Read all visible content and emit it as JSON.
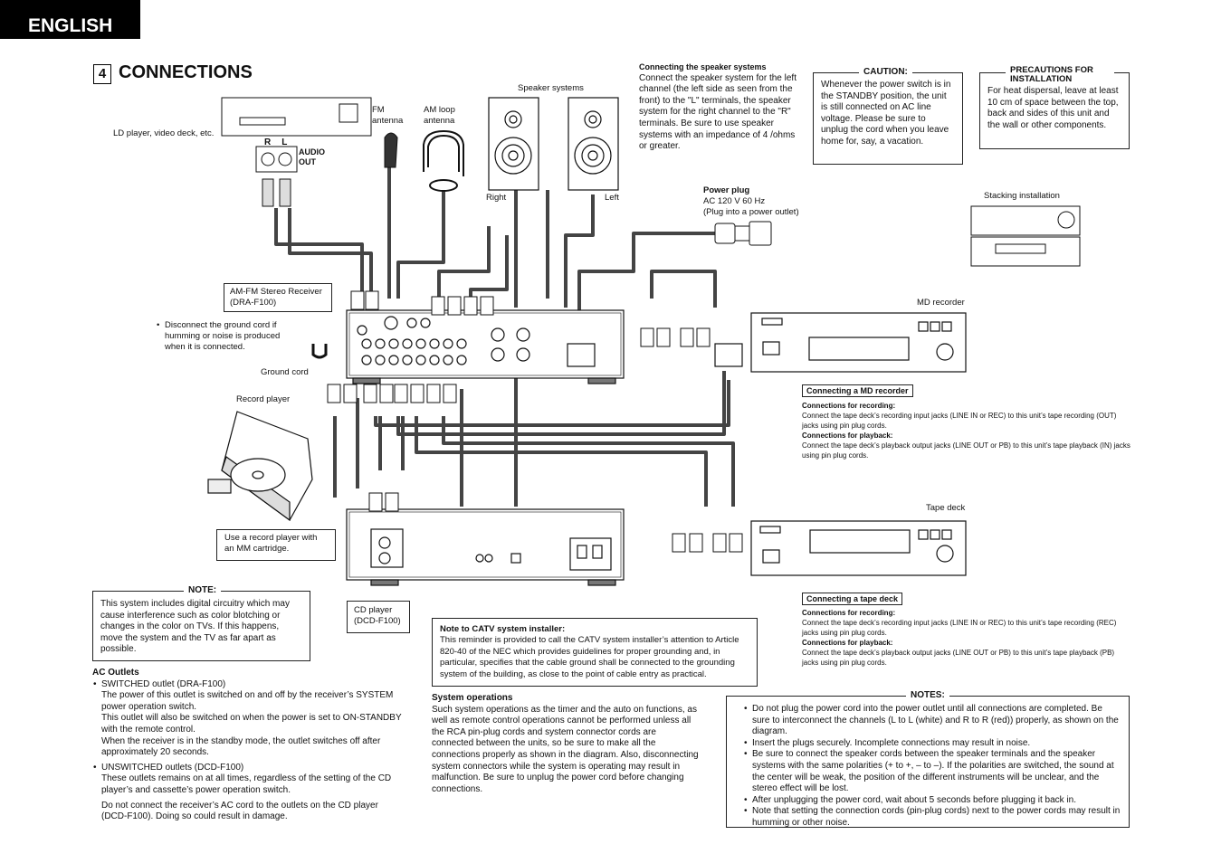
{
  "header": {
    "language": "ENGLISH"
  },
  "section": {
    "number": "4",
    "title": "CONNECTIONS"
  },
  "diagram": {
    "ld_label": "LD player, video deck, etc.",
    "audio_out": "AUDIO OUT",
    "rl": [
      "R",
      "L"
    ],
    "fm_antenna": "FM antenna",
    "am_antenna": "AM loop antenna",
    "speaker_systems": "Speaker systems",
    "right": "Right",
    "left": "Left",
    "receiver_label": "AM-FM Stereo Receiver",
    "receiver_model": "(DRA-F100)",
    "ground_note": "Disconnect the ground cord if humming or noise is produced when it is connected.",
    "ground_cord": "Ground cord",
    "record_player": "Record player",
    "record_note": "Use a record player with an MM cartridge.",
    "cd_label": "CD player",
    "cd_model": "(DCD-F100)",
    "md_recorder": "MD recorder",
    "tape_deck": "Tape deck",
    "stacking": "Stacking installation",
    "power_plug_title": "Power plug",
    "power_plug_line1": "AC 120 V 60 Hz",
    "power_plug_line2": "(Plug into a power outlet)"
  },
  "speaker_conn": {
    "title": "Connecting the speaker systems",
    "body": "Connect the speaker system for the left channel (the left side as seen from the front) to the \"L\" terminals, the speaker system for the right channel to the \"R\" terminals. Be sure to use speaker systems with an impedance of 4    /ohms or greater."
  },
  "caution": {
    "title": "CAUTION:",
    "body": "Whenever the power switch is in the STANDBY position, the unit is still connected on AC line voltage. Please be sure to unplug the cord when you leave home for, say, a vacation."
  },
  "precautions": {
    "title": "PRECAUTIONS FOR INSTALLATION",
    "body": "For heat dispersal, leave at least 10 cm of space between the top, back and sides of this unit and the wall or other components."
  },
  "md_section": {
    "title": "Connecting a MD recorder",
    "rec_title": "Connections for recording:",
    "rec_body": "Connect the tape deck’s recording input jacks (LINE IN or REC) to this unit’s tape recording (OUT) jacks using pin plug cords.",
    "play_title": "Connections for playback:",
    "play_body": "Connect the tape deck’s playback output jacks (LINE OUT or PB) to this unit’s tape playback (IN) jacks using pin plug cords."
  },
  "tape_section": {
    "title": "Connecting a tape deck",
    "rec_title": "Connections for recording:",
    "rec_body": "Connect the tape deck’s recording input jacks (LINE IN or REC) to this unit’s tape recording (REC) jacks using pin plug cords.",
    "play_title": "Connections for playback:",
    "play_body": "Connect the tape deck’s playback output jacks (LINE OUT or PB) to this unit’s tape playback (PB) jacks using pin plug cords."
  },
  "note": {
    "title": "NOTE:",
    "body": "This system includes digital circuitry which may cause interference such as color blotching or changes in the color on TVs. If this happens, move the system and the TV as far apart as possible."
  },
  "ac_outlets": {
    "title": "AC Outlets",
    "switched_title": "SWITCHED outlet (DRA-F100)",
    "switched_p1": "The power of this outlet is switched on and off by the receiver’s SYSTEM power operation switch.",
    "switched_p2": "This outlet will also be switched on when the power is set to ON-STANDBY with the remote control.",
    "switched_p3": "When the receiver is in the standby mode, the outlet switches off after approximately 20 seconds.",
    "unswitched_title": "UNSWITCHED outlets (DCD-F100)",
    "unswitched_p1": "These outlets remains on at all times, regardless of the setting of the CD player’s and cassette’s power operation switch.",
    "unswitched_p2": "Do not connect the receiver’s AC cord to the outlets on the CD player (DCD-F100).  Doing so could result in damage."
  },
  "catv": {
    "title": "Note to CATV system installer:",
    "body": "This reminder is provided to call the CATV system installer’s attention to Article 820-40 of the NEC which provides guidelines for proper grounding and, in particular, specifies that the cable ground shall be connected to the grounding system of the building, as close to the point of cable entry as practical."
  },
  "system_ops": {
    "title": "System operations",
    "body": "Such system operations as the timer and the auto on functions, as well as remote control operations cannot be performed unless all the RCA pin-plug cords and system connector cords are connected between the units, so be sure to make all the connections properly as shown in the diagram. Also, disconnecting system connectors while the system is operating may result in malfunction. Be sure to unplug the power cord before changing connections."
  },
  "notes": {
    "title": "NOTES:",
    "items": [
      "Do not plug the power cord into the power outlet until all connections are completed. Be sure to interconnect the channels (L to L (white) and R to R (red)) properly, as shown on the diagram.",
      "Insert the plugs securely. Incomplete connections may result in noise.",
      "Be sure to connect the speaker cords between the speaker terminals and the speaker systems with the same polarities (+ to +, – to –). If the polarities are switched, the sound at the center will be weak, the position of the different instruments will be unclear, and the stereo effect will be lost.",
      "After unplugging the power cord, wait about 5 seconds before plugging it back in.",
      "Note that setting the connection cords (pin-plug cords) next to the power cords may result in humming or other noise."
    ]
  }
}
